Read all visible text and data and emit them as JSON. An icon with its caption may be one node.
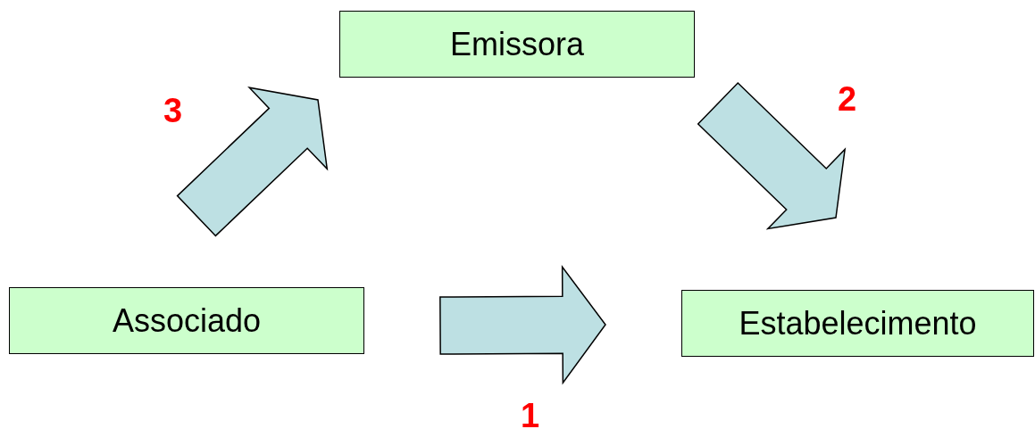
{
  "diagram": {
    "nodes": [
      {
        "text": [
          "Emissora"
        ]
      },
      {
        "text": [
          "Associado"
        ]
      },
      {
        "text": [
          "Estabelecimento"
        ]
      }
    ],
    "edges": [
      {
        "from": 1,
        "to": 2,
        "arrow": "to",
        "label": "1"
      },
      {
        "from": 0,
        "to": 2,
        "arrow": "to",
        "label": "2"
      },
      {
        "from": 1,
        "to": 0,
        "arrow": "to",
        "label": "3"
      }
    ]
  }
}
